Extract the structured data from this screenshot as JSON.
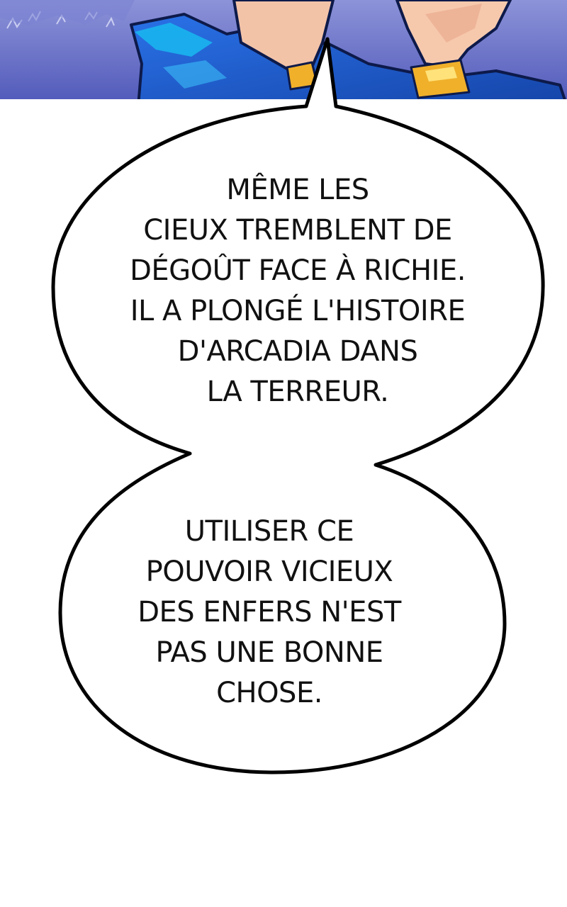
{
  "panel": {
    "bubbles": [
      {
        "lines": [
          "MÊME LES",
          "CIEUX TREMBLENT DE",
          "DÉGOÛT FACE À RICHIE.",
          "IL A PLONGÉ L'HISTOIRE",
          "D'ARCADIA DANS",
          "LA TERREUR."
        ]
      },
      {
        "lines": [
          "UTILISER CE",
          "POUVOIR VICIEUX",
          "DES ENFERS N'EST",
          "PAS UNE BONNE",
          "CHOSE."
        ]
      }
    ]
  },
  "colors": {
    "background": "#ffffff",
    "ink": "#111111",
    "panel_sky": "#5a64c8",
    "cloth_blue": "#1f5fd6",
    "cloth_cyan": "#19b8f0",
    "skin": "#f3c3a8",
    "gold": "#f0b02a"
  }
}
